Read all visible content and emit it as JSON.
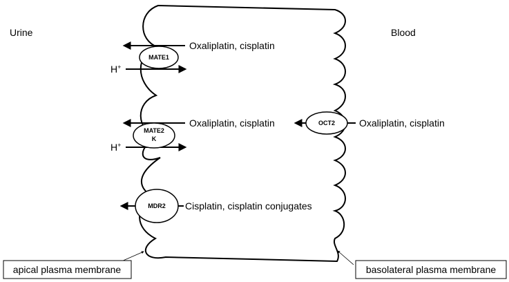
{
  "sides": {
    "left": "Urine",
    "right": "Blood"
  },
  "transporters": {
    "mate1": "MATE1",
    "mate2_line1": "MATE2",
    "mate2_line2": "K",
    "oct2": "OCT2",
    "mdr2": "MDR2"
  },
  "substrates": {
    "mate1": "Oxaliplatin, cisplatin",
    "mate2": "Oxaliplatin, cisplatin",
    "oct2": "Oxaliplatin, cisplatin",
    "mdr2": "Cisplatin, cisplatin conjugates"
  },
  "proton": {
    "base": "H",
    "sup": "+"
  },
  "membranes": {
    "apical": "apical plasma membrane",
    "basolateral": "basolateral plasma membrane"
  }
}
